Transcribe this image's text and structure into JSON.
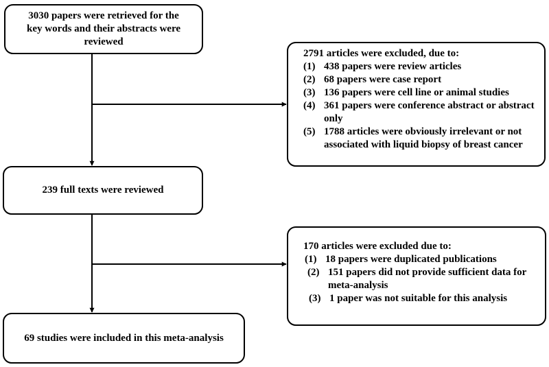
{
  "flow": {
    "step1": "3030 papers were retrieved for the\nkey words and their abstracts were\nreviewed",
    "exclusion1": {
      "title": "2791 articles were excluded, due to:",
      "items": [
        {
          "num": "(1)",
          "text": "438 papers were review articles"
        },
        {
          "num": "(2)",
          "text": "68 papers were case report"
        },
        {
          "num": "(3)",
          "text": "136 papers were cell line or animal studies"
        },
        {
          "num": "(4)",
          "text": "361 papers were conference abstract or abstract only"
        },
        {
          "num": "(5)",
          "text": "1788 articles were obviously irrelevant or not associated with liquid biopsy of breast cancer"
        }
      ]
    },
    "step2": "239 full texts were reviewed",
    "exclusion2": {
      "title": "170 articles were excluded due to:",
      "items": [
        {
          "num": "(1)",
          "text": "18 papers were duplicated publications"
        },
        {
          "num": "(2)",
          "text": "151 papers did not provide sufficient data for meta-analysis"
        },
        {
          "num": "(3)",
          "text": "1 paper was not suitable for this analysis"
        }
      ]
    },
    "step3": "69  studies were included in this meta-analysis"
  }
}
